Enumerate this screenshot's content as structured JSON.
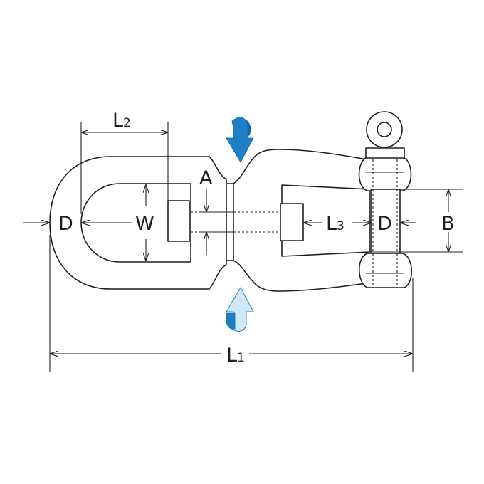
{
  "labels": {
    "L1": {
      "main": "L",
      "sub": "1"
    },
    "L2": {
      "main": "L",
      "sub": "2"
    },
    "L3": {
      "main": "L",
      "sub": "3"
    },
    "A": "A",
    "B": "B",
    "W": "W",
    "D_left": "D",
    "D_right": "D"
  },
  "colors": {
    "line": "#231f20",
    "arrow_dark": "#1e7fc4",
    "arrow_light": "#cfe8f7",
    "arrow_band": "#1565a8"
  },
  "icons": {
    "rotate_down": "curved-arrow-down-icon",
    "rotate_up": "curved-arrow-up-icon"
  }
}
